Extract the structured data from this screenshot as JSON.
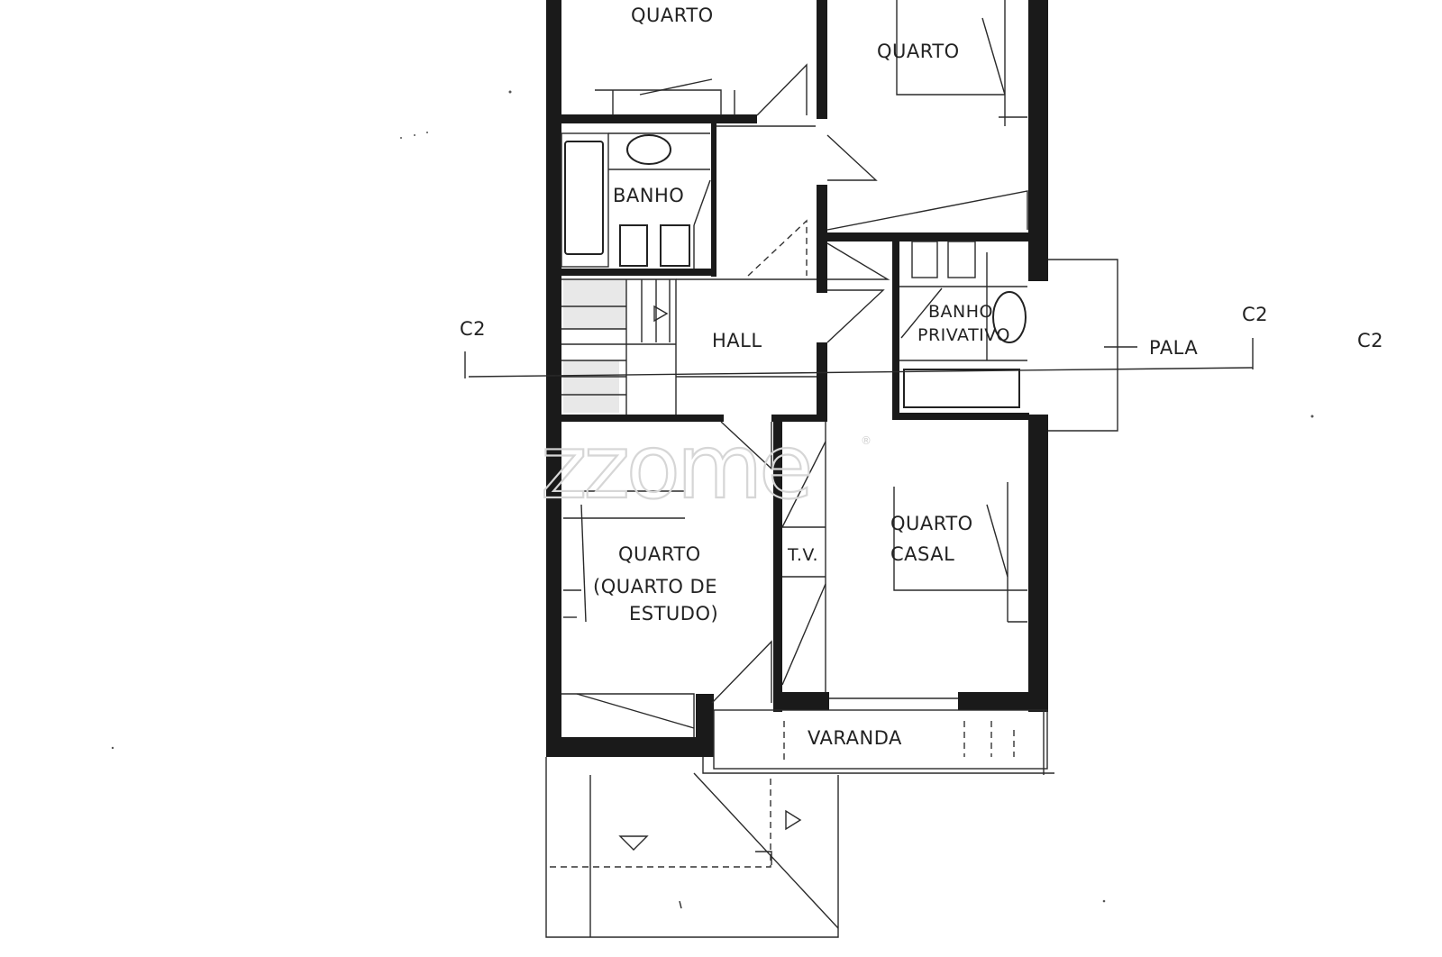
{
  "labels": {
    "quarto_top_left": "QUARTO",
    "quarto_top_right": "QUARTO",
    "banho": "BANHO",
    "hall": "HALL",
    "banho_privativo_line1": "BANHO",
    "banho_privativo_line2": "PRIVATIVO",
    "quarto_estudo_line1": "QUARTO",
    "quarto_estudo_line2": "(QUARTO DE",
    "quarto_estudo_line3": "ESTUDO)",
    "tv": "T.V.",
    "quarto_casal_line1": "QUARTO",
    "quarto_casal_line2": "CASAL",
    "varanda": "VARANDA",
    "pala": "PALA",
    "section_left": "C2",
    "section_right": "C2",
    "section_far_right": "C2"
  },
  "watermark": {
    "text": "zzome",
    "mark": "®"
  }
}
